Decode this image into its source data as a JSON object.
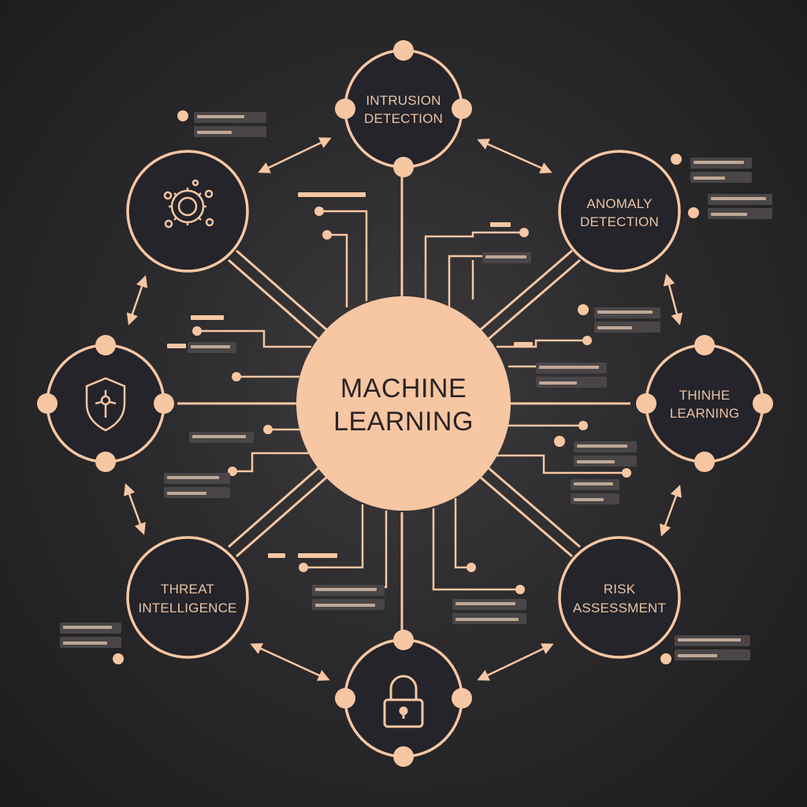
{
  "colors": {
    "background": "#2b2a2c",
    "accent": "#f7c6a3",
    "node_fill": "#24242a",
    "label_text": "#e9c3a6",
    "center_text": "#2a2425"
  },
  "center": {
    "line1": "MACHINE",
    "line2": "LEARNING"
  },
  "nodes": {
    "intrusion": {
      "line1": "INTRUSION",
      "line2": "DETECTION"
    },
    "anomaly": {
      "line1": "ANOMALY",
      "line2": "DETECTION"
    },
    "thinhe": {
      "line1": "THINHE",
      "line2": "LEARNING"
    },
    "risk": {
      "line1": "RISK",
      "line2": "ASSESSMENT"
    },
    "lock": {
      "icon": "padlock-icon"
    },
    "threat": {
      "line1": "THREAT",
      "line2": "INTELLIGENCE"
    },
    "shield": {
      "icon": "shield-network-icon"
    },
    "gear": {
      "icon": "gear-network-icon"
    }
  }
}
